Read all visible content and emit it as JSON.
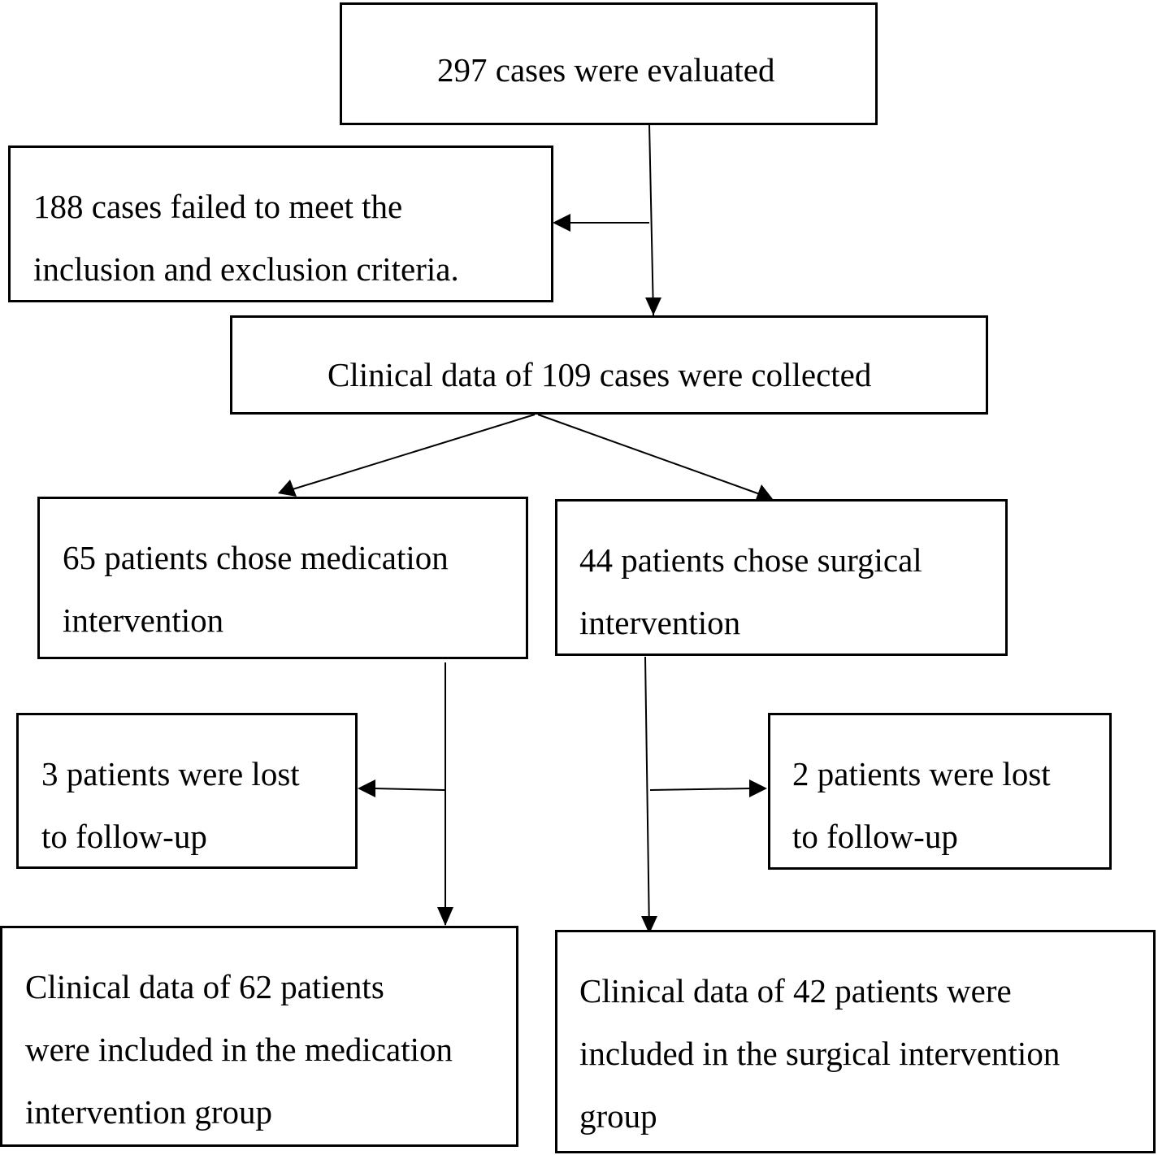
{
  "boxes": {
    "evaluated": {
      "lines": [
        "297 cases were evaluated"
      ]
    },
    "excluded": {
      "lines": [
        "188 cases failed to meet the",
        "inclusion and exclusion criteria."
      ]
    },
    "collected": {
      "lines": [
        "Clinical data of 109 cases were collected"
      ]
    },
    "medication": {
      "lines": [
        "65 patients chose medication",
        "intervention"
      ]
    },
    "surgical": {
      "lines": [
        "44 patients chose surgical",
        "intervention"
      ]
    },
    "lost_medication": {
      "lines": [
        "3 patients were lost",
        "to follow-up"
      ]
    },
    "lost_surgical": {
      "lines": [
        "2 patients were lost",
        "to follow-up"
      ]
    },
    "medication_group": {
      "lines": [
        "Clinical data of 62 patients",
        "were included in the medication",
        "intervention group"
      ]
    },
    "surgical_group": {
      "lines": [
        "Clinical data of 42 patients were",
        "included in the surgical intervention",
        "group"
      ]
    }
  }
}
